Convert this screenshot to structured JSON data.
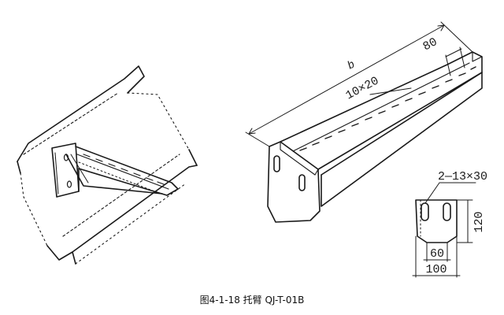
{
  "caption": "图4-1-18  托臂 QJ-T-01B",
  "labels": {
    "length": "b",
    "slot_spacing": "80",
    "slot_size": "10×20",
    "end_holes": "2—13×30",
    "end_height": "120",
    "end_inner_width": "60",
    "end_outer_width": "100"
  }
}
